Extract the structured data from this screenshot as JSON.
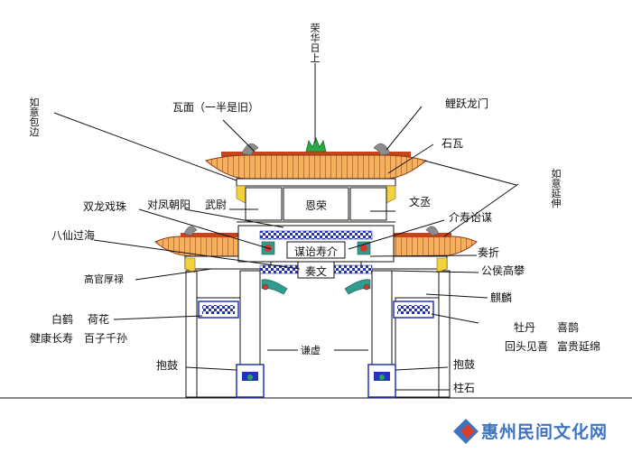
{
  "labels": {
    "sun": "荣华日上",
    "wamian": "瓦面（一半是旧）",
    "liyue": "鲤跃龙门",
    "shiwa": "石瓦",
    "ruyi_left": "如意包边",
    "ruyi_right": "如意延伸",
    "wuwei": "武尉",
    "enrong": "恩荣",
    "wencheng": "文丞",
    "duifeng": "对凤朝阳",
    "shuanglong": "双龙戏珠",
    "jieshou": "介寿诒谋",
    "baxian": "八仙过海",
    "moushou": "谋诒寿介",
    "zouzhe": "奏折",
    "zouwen": "奏文",
    "gonghou": "公侯高攀",
    "gaoguan": "高官厚禄",
    "qilin": "麒麟",
    "baihe": "白鹤",
    "hehua": "荷花",
    "jiankang": "健康长寿",
    "baizi": "百子千孙",
    "mudan": "牡丹",
    "xique": "喜鹊",
    "huitou": "回头见喜",
    "fugui": "富贵延绵",
    "baogu_left": "抱鼓",
    "baogu_right": "抱鼓",
    "zhushi": "柱石",
    "center_col": "谦虚"
  },
  "watermark": {
    "text": "惠州民间文化网"
  },
  "colors": {
    "roof": "#e59a3a",
    "ridge": "#c6431b",
    "bracket": "#f2d23c",
    "column_blue": "#2433b5",
    "teal": "#2f9c8f",
    "line": "#111111",
    "watermark_blue": "#3f73c2",
    "watermark_red": "#d3402b"
  }
}
